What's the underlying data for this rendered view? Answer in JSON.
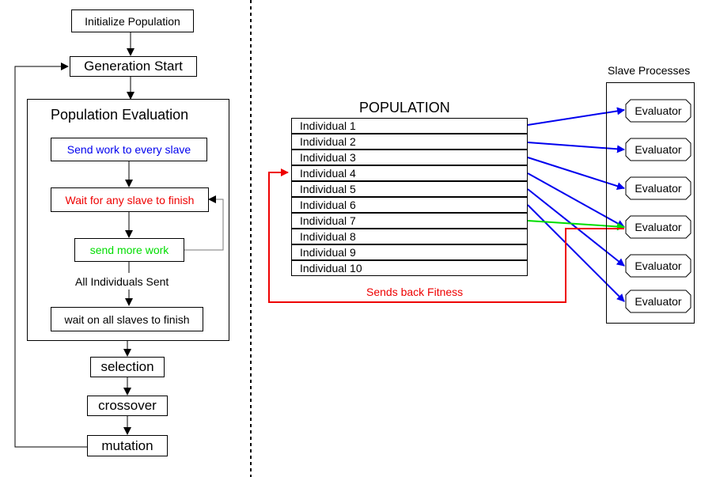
{
  "flow": {
    "init": "Initialize Population",
    "generation_start": "Generation Start",
    "eval_title": "Population Evaluation",
    "send_work": "Send work to every slave",
    "wait_any": "Wait for any slave to finish",
    "send_more": "send more work",
    "all_sent": "All Individuals Sent",
    "wait_all": "wait on all slaves to finish",
    "selection": "selection",
    "crossover": "crossover",
    "mutation": "mutation"
  },
  "population": {
    "title": "POPULATION",
    "individuals": [
      "Individual 1",
      "Individual 2",
      "Individual 3",
      "Individual 4",
      "Individual 5",
      "Individual 6",
      "Individual 7",
      "Individual 8",
      "Individual 9",
      "Individual 10"
    ]
  },
  "slaves": {
    "title": "Slave Processes",
    "evaluators": [
      "Evaluator",
      "Evaluator",
      "Evaluator",
      "Evaluator",
      "Evaluator",
      "Evaluator"
    ]
  },
  "fitness_label": "Sends back Fitness",
  "colors": {
    "blue": "#0000ee",
    "red": "#ee0000",
    "green": "#00dd00",
    "gray": "#777777"
  }
}
